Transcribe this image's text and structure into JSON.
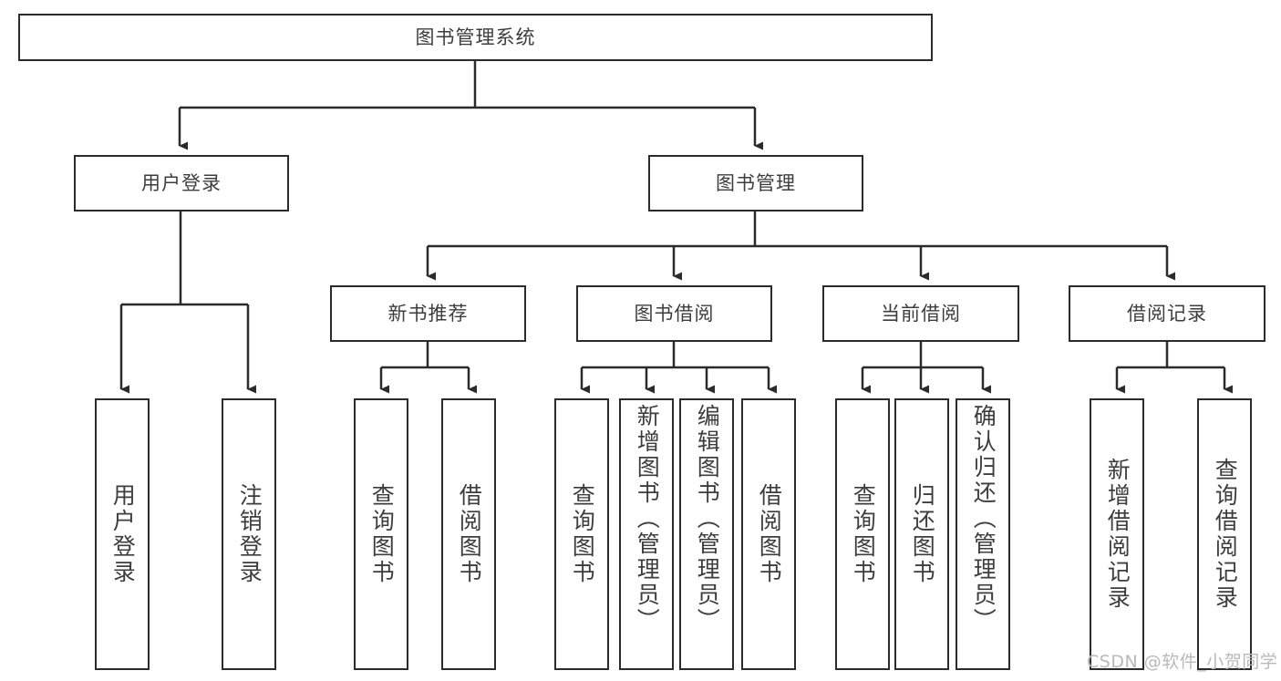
{
  "diagram": {
    "title": "图书管理系统",
    "type": "hierarchy-tree",
    "colors": {
      "box_border": "#2b2b2b",
      "text": "#3d3d3d",
      "line": "#2b2b2b",
      "background": "#ffffff",
      "watermark": "#b9b9b9"
    },
    "levels": {
      "root": {
        "label": "图书管理系统"
      },
      "level2": [
        {
          "label": "用户登录"
        },
        {
          "label": "图书管理"
        }
      ],
      "level3": [
        {
          "label": "新书推荐"
        },
        {
          "label": "图书借阅"
        },
        {
          "label": "当前借阅"
        },
        {
          "label": "借阅记录"
        }
      ],
      "leaves": {
        "user_login": [
          {
            "label": "用户登录"
          },
          {
            "label": "注销登录"
          }
        ],
        "new_book": [
          {
            "label": "查询图书"
          },
          {
            "label": "借阅图书"
          }
        ],
        "book_borrow": [
          {
            "label": "查询图书"
          },
          {
            "label": "新增图书（管理员）"
          },
          {
            "label": "编辑图书（管理员）"
          },
          {
            "label": "借阅图书"
          }
        ],
        "current_borrow": [
          {
            "label": "查询图书"
          },
          {
            "label": "归还图书"
          },
          {
            "label": "确认归还（管理员）"
          }
        ],
        "borrow_record": [
          {
            "label": "新增借阅记录"
          },
          {
            "label": "查询借阅记录"
          }
        ]
      }
    },
    "watermark": "CSDN @软件_小贺同学"
  }
}
